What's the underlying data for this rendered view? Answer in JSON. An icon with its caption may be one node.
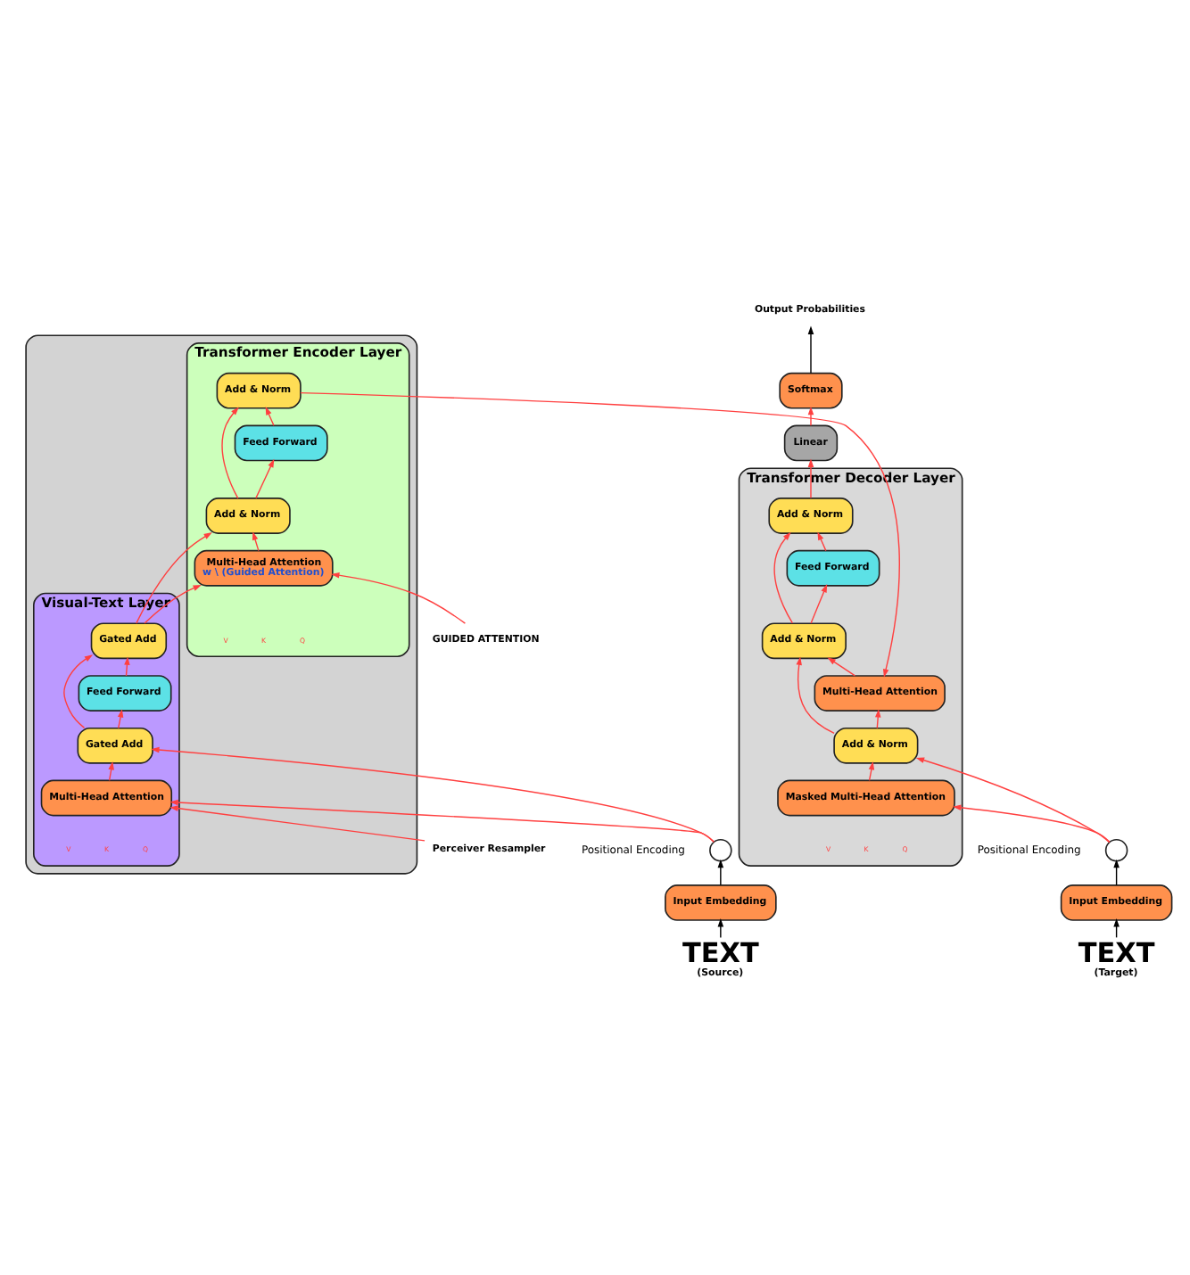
{
  "diagram": {
    "nodes": [
      {
        "text": [],
        "shape": "box"
      },
      {
        "text": [
          "Transformer Encoder Layer"
        ],
        "in": 0
      },
      {
        "text": [
          "Add & Norm"
        ],
        "in": 1
      },
      {
        "text": [
          "Feed Forward"
        ],
        "in": 1
      },
      {
        "text": [
          "Add & Norm"
        ],
        "in": 1
      },
      {
        "text": [
          "Multi-Head Attention",
          "w \\ (Guided Attention)"
        ],
        "in": 1
      },
      {
        "text": [
          "Visual-Text Layer"
        ],
        "in": 0
      },
      {
        "text": [
          "Gated Add"
        ],
        "in": 6
      },
      {
        "text": [
          "Feed Forward"
        ],
        "in": 6
      },
      {
        "text": [
          "Gated Add"
        ],
        "in": 6
      },
      {
        "text": [
          "Multi-Head Attention"
        ],
        "in": 6
      },
      {
        "text": [
          "GUIDED ATTENTION"
        ]
      },
      {
        "text": [
          "Perceiver Resampler"
        ]
      },
      {
        "text": [],
        "shape": "circle",
        "beside": [
          "Positional Encoding"
        ]
      },
      {
        "text": [
          "Input Embedding"
        ]
      },
      {
        "text": [
          "TEXT",
          "(Source)"
        ]
      },
      {
        "text": [
          "Output Probabilities"
        ]
      },
      {
        "text": [
          "Softmax"
        ]
      },
      {
        "text": [
          "Linear"
        ]
      },
      {
        "text": [
          "Transformer Decoder Layer"
        ]
      },
      {
        "text": [
          "Add & Norm"
        ],
        "in": 19
      },
      {
        "text": [
          "Feed Forward"
        ],
        "in": 19
      },
      {
        "text": [
          "Add & Norm"
        ],
        "in": 19
      },
      {
        "text": [
          "Multi-Head Attention"
        ],
        "in": 19
      },
      {
        "text": [
          "Add & Norm"
        ],
        "in": 19
      },
      {
        "text": [
          "Masked Multi-Head Attention"
        ],
        "in": 19
      },
      {
        "text": [],
        "shape": "circle",
        "beside": [
          "Positional Encoding"
        ]
      },
      {
        "text": [
          "Input Embedding"
        ]
      },
      {
        "text": [
          "TEXT",
          "(Target)"
        ]
      }
    ],
    "edges": [
      {
        "from": 15,
        "to": 14,
        "arrow": "to",
        "color": "#000000"
      },
      {
        "from": 14,
        "to": 13,
        "arrow": "to",
        "color": "#000000"
      },
      {
        "from": 13,
        "to": 10,
        "arrow": "to"
      },
      {
        "from": 13,
        "to": 9,
        "arrow": "to"
      },
      {
        "from": 12,
        "to": 10,
        "arrow": "to"
      },
      {
        "from": 10,
        "to": 9,
        "arrow": "to"
      },
      {
        "from": 9,
        "to": 8,
        "arrow": "to"
      },
      {
        "from": 9,
        "to": 7,
        "arrow": "to"
      },
      {
        "from": 8,
        "to": 7,
        "arrow": "to"
      },
      {
        "from": 7,
        "to": 5,
        "arrow": "to"
      },
      {
        "from": 7,
        "to": 4,
        "arrow": "to"
      },
      {
        "from": 11,
        "to": 5,
        "arrow": "to"
      },
      {
        "from": 5,
        "to": 4,
        "arrow": "to"
      },
      {
        "from": 4,
        "to": 3,
        "arrow": "to"
      },
      {
        "from": 4,
        "to": 2,
        "arrow": "to"
      },
      {
        "from": 3,
        "to": 2,
        "arrow": "to"
      },
      {
        "from": 2,
        "to": 23,
        "arrow": "to"
      },
      {
        "from": 28,
        "to": 27,
        "arrow": "to",
        "color": "#000000"
      },
      {
        "from": 27,
        "to": 26,
        "arrow": "to",
        "color": "#000000"
      },
      {
        "from": 26,
        "to": 25,
        "arrow": "to"
      },
      {
        "from": 26,
        "to": 24,
        "arrow": "to"
      },
      {
        "from": 25,
        "to": 24,
        "arrow": "to"
      },
      {
        "from": 24,
        "to": 23,
        "arrow": "to"
      },
      {
        "from": 24,
        "to": 22,
        "arrow": "to"
      },
      {
        "from": 23,
        "to": 22,
        "arrow": "to"
      },
      {
        "from": 22,
        "to": 21,
        "arrow": "to"
      },
      {
        "from": 22,
        "to": 20,
        "arrow": "to"
      },
      {
        "from": 21,
        "to": 20,
        "arrow": "to"
      },
      {
        "from": 20,
        "to": 18,
        "arrow": "to"
      },
      {
        "from": 18,
        "to": 17,
        "arrow": "to"
      },
      {
        "from": 17,
        "to": 16,
        "arrow": "to",
        "color": "#000000"
      }
    ],
    "labels": [
      "V",
      "K",
      "Q",
      "V",
      "K",
      "Q",
      "V",
      "K",
      "Q"
    ]
  }
}
